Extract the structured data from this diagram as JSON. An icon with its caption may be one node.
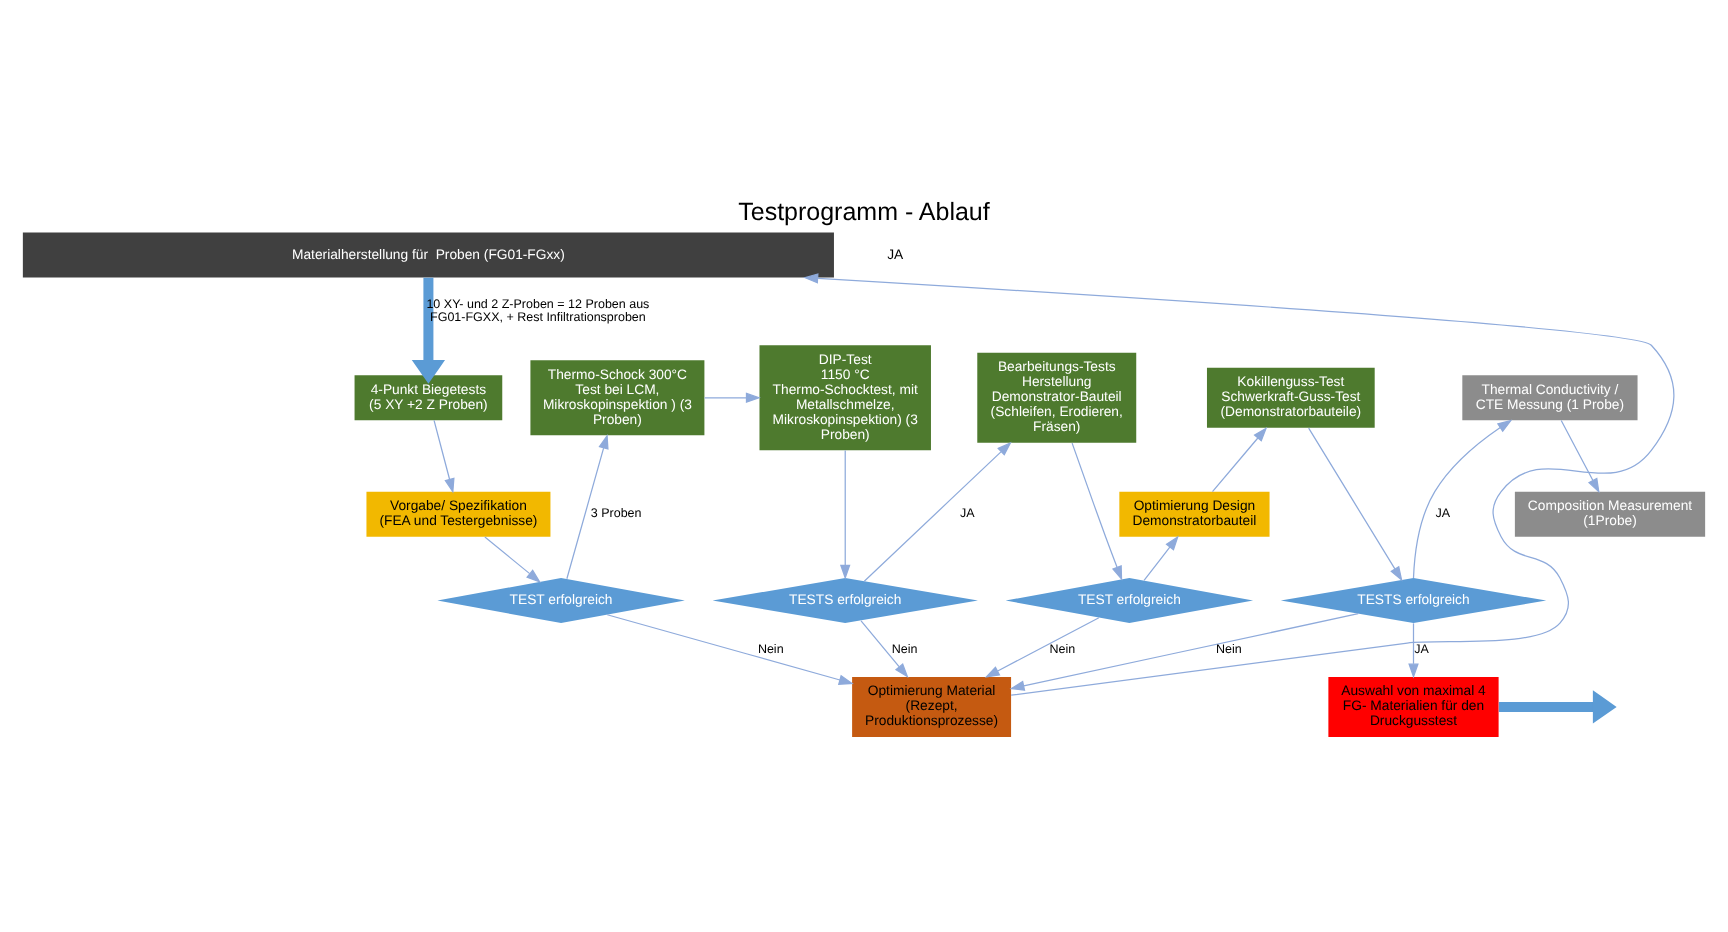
{
  "diagram": {
    "title": "Testprogramm - Ablauf",
    "nodes": [
      {
        "text": [
          "Materialherstellung für  Proben (FG01-FGxx)"
        ]
      },
      {
        "text": [
          "4-Punkt Biegetests",
          "(5 XY +2 Z Proben)"
        ]
      },
      {
        "text": [
          "Thermo-Schock 300°C",
          "Test bei LCM, Mikroskopinspektion ) (3 Proben)"
        ]
      },
      {
        "text": [
          "DIP-Test",
          "1150 °C",
          "Thermo-Schocktest, mit Metallschmelze, Mikroskopinspektion) (3 Proben)"
        ]
      },
      {
        "text": [
          "Bearbeitungs-Tests",
          "Herstellung Demonstrator-Bauteil (Schleifen, Erodieren, Fräsen)"
        ]
      },
      {
        "text": [
          "Kokillenguss-Test",
          "Schwerkraft-Guss-Test (Demonstratorbauteile)"
        ]
      },
      {
        "text": [
          "Thermal Conductivity / CTE Messung (1 Probe)"
        ]
      },
      {
        "text": [
          "Composition Measurement (1Probe)"
        ]
      },
      {
        "text": [
          "Vorgabe/ Spezifikation (FEA und Testergebnisse)"
        ]
      },
      {
        "text": [
          "TEST erfolgreich"
        ]
      },
      {
        "text": [
          "TESTS erfolgreich"
        ]
      },
      {
        "text": [
          "TEST erfolgreich"
        ]
      },
      {
        "text": [
          "Optimierung Design Demonstratorbauteil"
        ]
      },
      {
        "text": [
          "TESTS erfolgreich"
        ]
      },
      {
        "text": [
          "Optimierung Material (Rezept, Produktionsprozesse)"
        ]
      },
      {
        "text": [
          "Auswahl von maximal 4 FG- Materialien für den Druckgusstest"
        ]
      }
    ],
    "edges": [
      {
        "from": 0,
        "to": 1,
        "arrow": "to",
        "style": "thick",
        "color": "#5b9bd5",
        "label": "10 XY- und 2 Z-Proben = 12 Proben aus FG01-FGXX, + Rest Infiltrationsproben"
      },
      {
        "from": 1,
        "to": 8,
        "arrow": "to"
      },
      {
        "from": 8,
        "to": 9,
        "arrow": "to"
      },
      {
        "from": 9,
        "to": 2,
        "arrow": "to",
        "label": "3 Proben"
      },
      {
        "from": 9,
        "to": 14,
        "arrow": "to",
        "label": "Nein"
      },
      {
        "from": 2,
        "to": 3,
        "arrow": "to"
      },
      {
        "from": 3,
        "to": 10,
        "arrow": "to"
      },
      {
        "from": 10,
        "to": 4,
        "arrow": "to",
        "label": "JA"
      },
      {
        "from": 10,
        "to": 14,
        "arrow": "to",
        "label": "Nein"
      },
      {
        "from": 4,
        "to": 11,
        "arrow": "to"
      },
      {
        "from": 11,
        "to": 12,
        "arrow": "to"
      },
      {
        "from": 12,
        "to": 5,
        "arrow": "to"
      },
      {
        "from": 11,
        "to": 14,
        "arrow": "to",
        "label": "Nein"
      },
      {
        "from": 5,
        "to": 13,
        "arrow": "to"
      },
      {
        "from": 13,
        "to": 6,
        "arrow": "to",
        "label": "JA"
      },
      {
        "from": 6,
        "to": 7,
        "arrow": "to"
      },
      {
        "from": 13,
        "to": 15,
        "arrow": "to",
        "label": "JA"
      },
      {
        "from": 13,
        "to": 14,
        "arrow": "to",
        "label": "Nein"
      },
      {
        "from": 14,
        "to": 0,
        "arrow": "to"
      },
      {
        "from": 15,
        "to": null,
        "arrow": "to",
        "style": "thick",
        "color": "#5b9bd5"
      }
    ],
    "labels": [
      "JA"
    ]
  }
}
